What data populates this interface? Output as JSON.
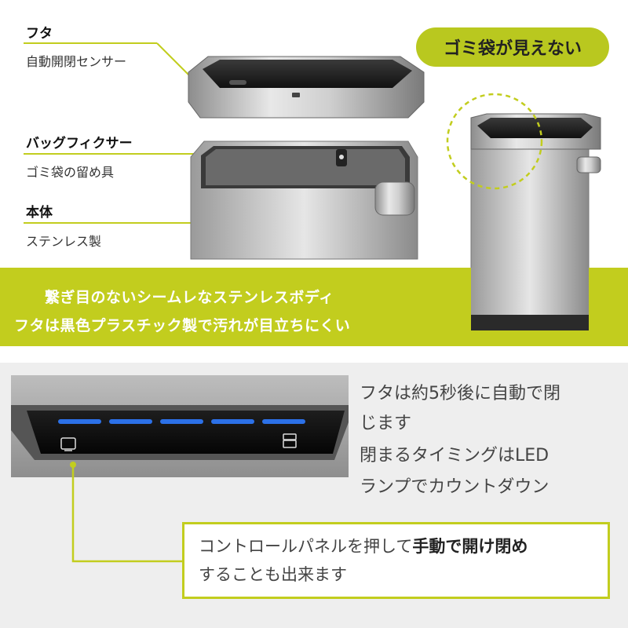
{
  "labels": {
    "lid_title": "フタ",
    "lid_sub": "自動開閉センサー",
    "fixer_title": "バッグフィクサー",
    "fixer_sub": "ゴミ袋の留め具",
    "body_title": "本体",
    "body_sub": "ステンレス製"
  },
  "pill": "ゴミ袋が見えない",
  "band": {
    "line1": "繋ぎ目のないシームレなステンレスボディ",
    "line2": "フタは黒色プラスチック製で汚れが目立ちにくい"
  },
  "info": {
    "line1": "フタは約5秒後に自動で閉",
    "line2": "じます",
    "line3": "閉まるタイミングはLED",
    "line4": "ランプでカウントダウン"
  },
  "note": {
    "prefix": "コントロールパネルを押して",
    "emphasis": "手動で開け閉め",
    "line2": "することも出来ます"
  },
  "colors": {
    "accent": "#c2cd1e",
    "led": "#2f7bff"
  },
  "icons": [
    "sensor-button-icon",
    "manual-button-icon"
  ]
}
